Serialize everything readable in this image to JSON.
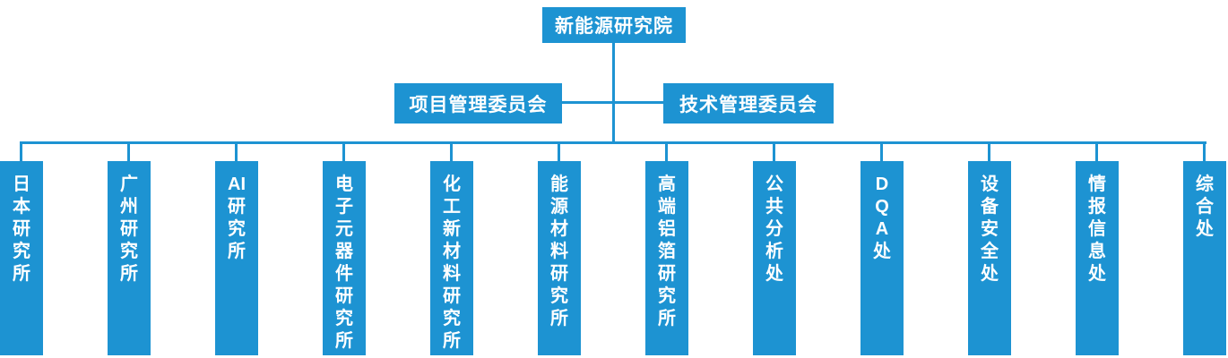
{
  "org_chart": {
    "accent_color": "#1d93d2",
    "text_color": "#ffffff",
    "root": {
      "label": "新能源研究院"
    },
    "committees": [
      {
        "label": "项目管理委员会"
      },
      {
        "label": "技术管理委员会"
      }
    ],
    "departments": [
      {
        "label": "日本研究所",
        "lines": [
          "日",
          "本",
          "研",
          "究",
          "所"
        ]
      },
      {
        "label": "广州研究所",
        "lines": [
          "广",
          "州",
          "研",
          "究",
          "所"
        ]
      },
      {
        "label": "AI研究所",
        "lines": [
          "AI",
          "研",
          "究",
          "所"
        ]
      },
      {
        "label": "电子元器件研究所",
        "lines": [
          "电",
          "子",
          "元",
          "器",
          "件",
          "研",
          "究",
          "所"
        ]
      },
      {
        "label": "化工新材料研究所",
        "lines": [
          "化",
          "工",
          "新",
          "材",
          "料",
          "研",
          "究",
          "所"
        ]
      },
      {
        "label": "能源材料研究所",
        "lines": [
          "能",
          "源",
          "材",
          "料",
          "研",
          "究",
          "所"
        ]
      },
      {
        "label": "高端铝箔研究所",
        "lines": [
          "高",
          "端",
          "铝",
          "箔",
          "研",
          "究",
          "所"
        ]
      },
      {
        "label": "公共分析处",
        "lines": [
          "公",
          "共",
          "分",
          "析",
          "处"
        ]
      },
      {
        "label": "DQA处",
        "lines": [
          "D",
          "Q",
          "A",
          "处"
        ]
      },
      {
        "label": "设备安全处",
        "lines": [
          "设",
          "备",
          "安",
          "全",
          "处"
        ]
      },
      {
        "label": "情报信息处",
        "lines": [
          "情",
          "报",
          "信",
          "息",
          "处"
        ]
      },
      {
        "label": "综合处",
        "lines": [
          "综",
          "合",
          "处"
        ]
      }
    ]
  }
}
